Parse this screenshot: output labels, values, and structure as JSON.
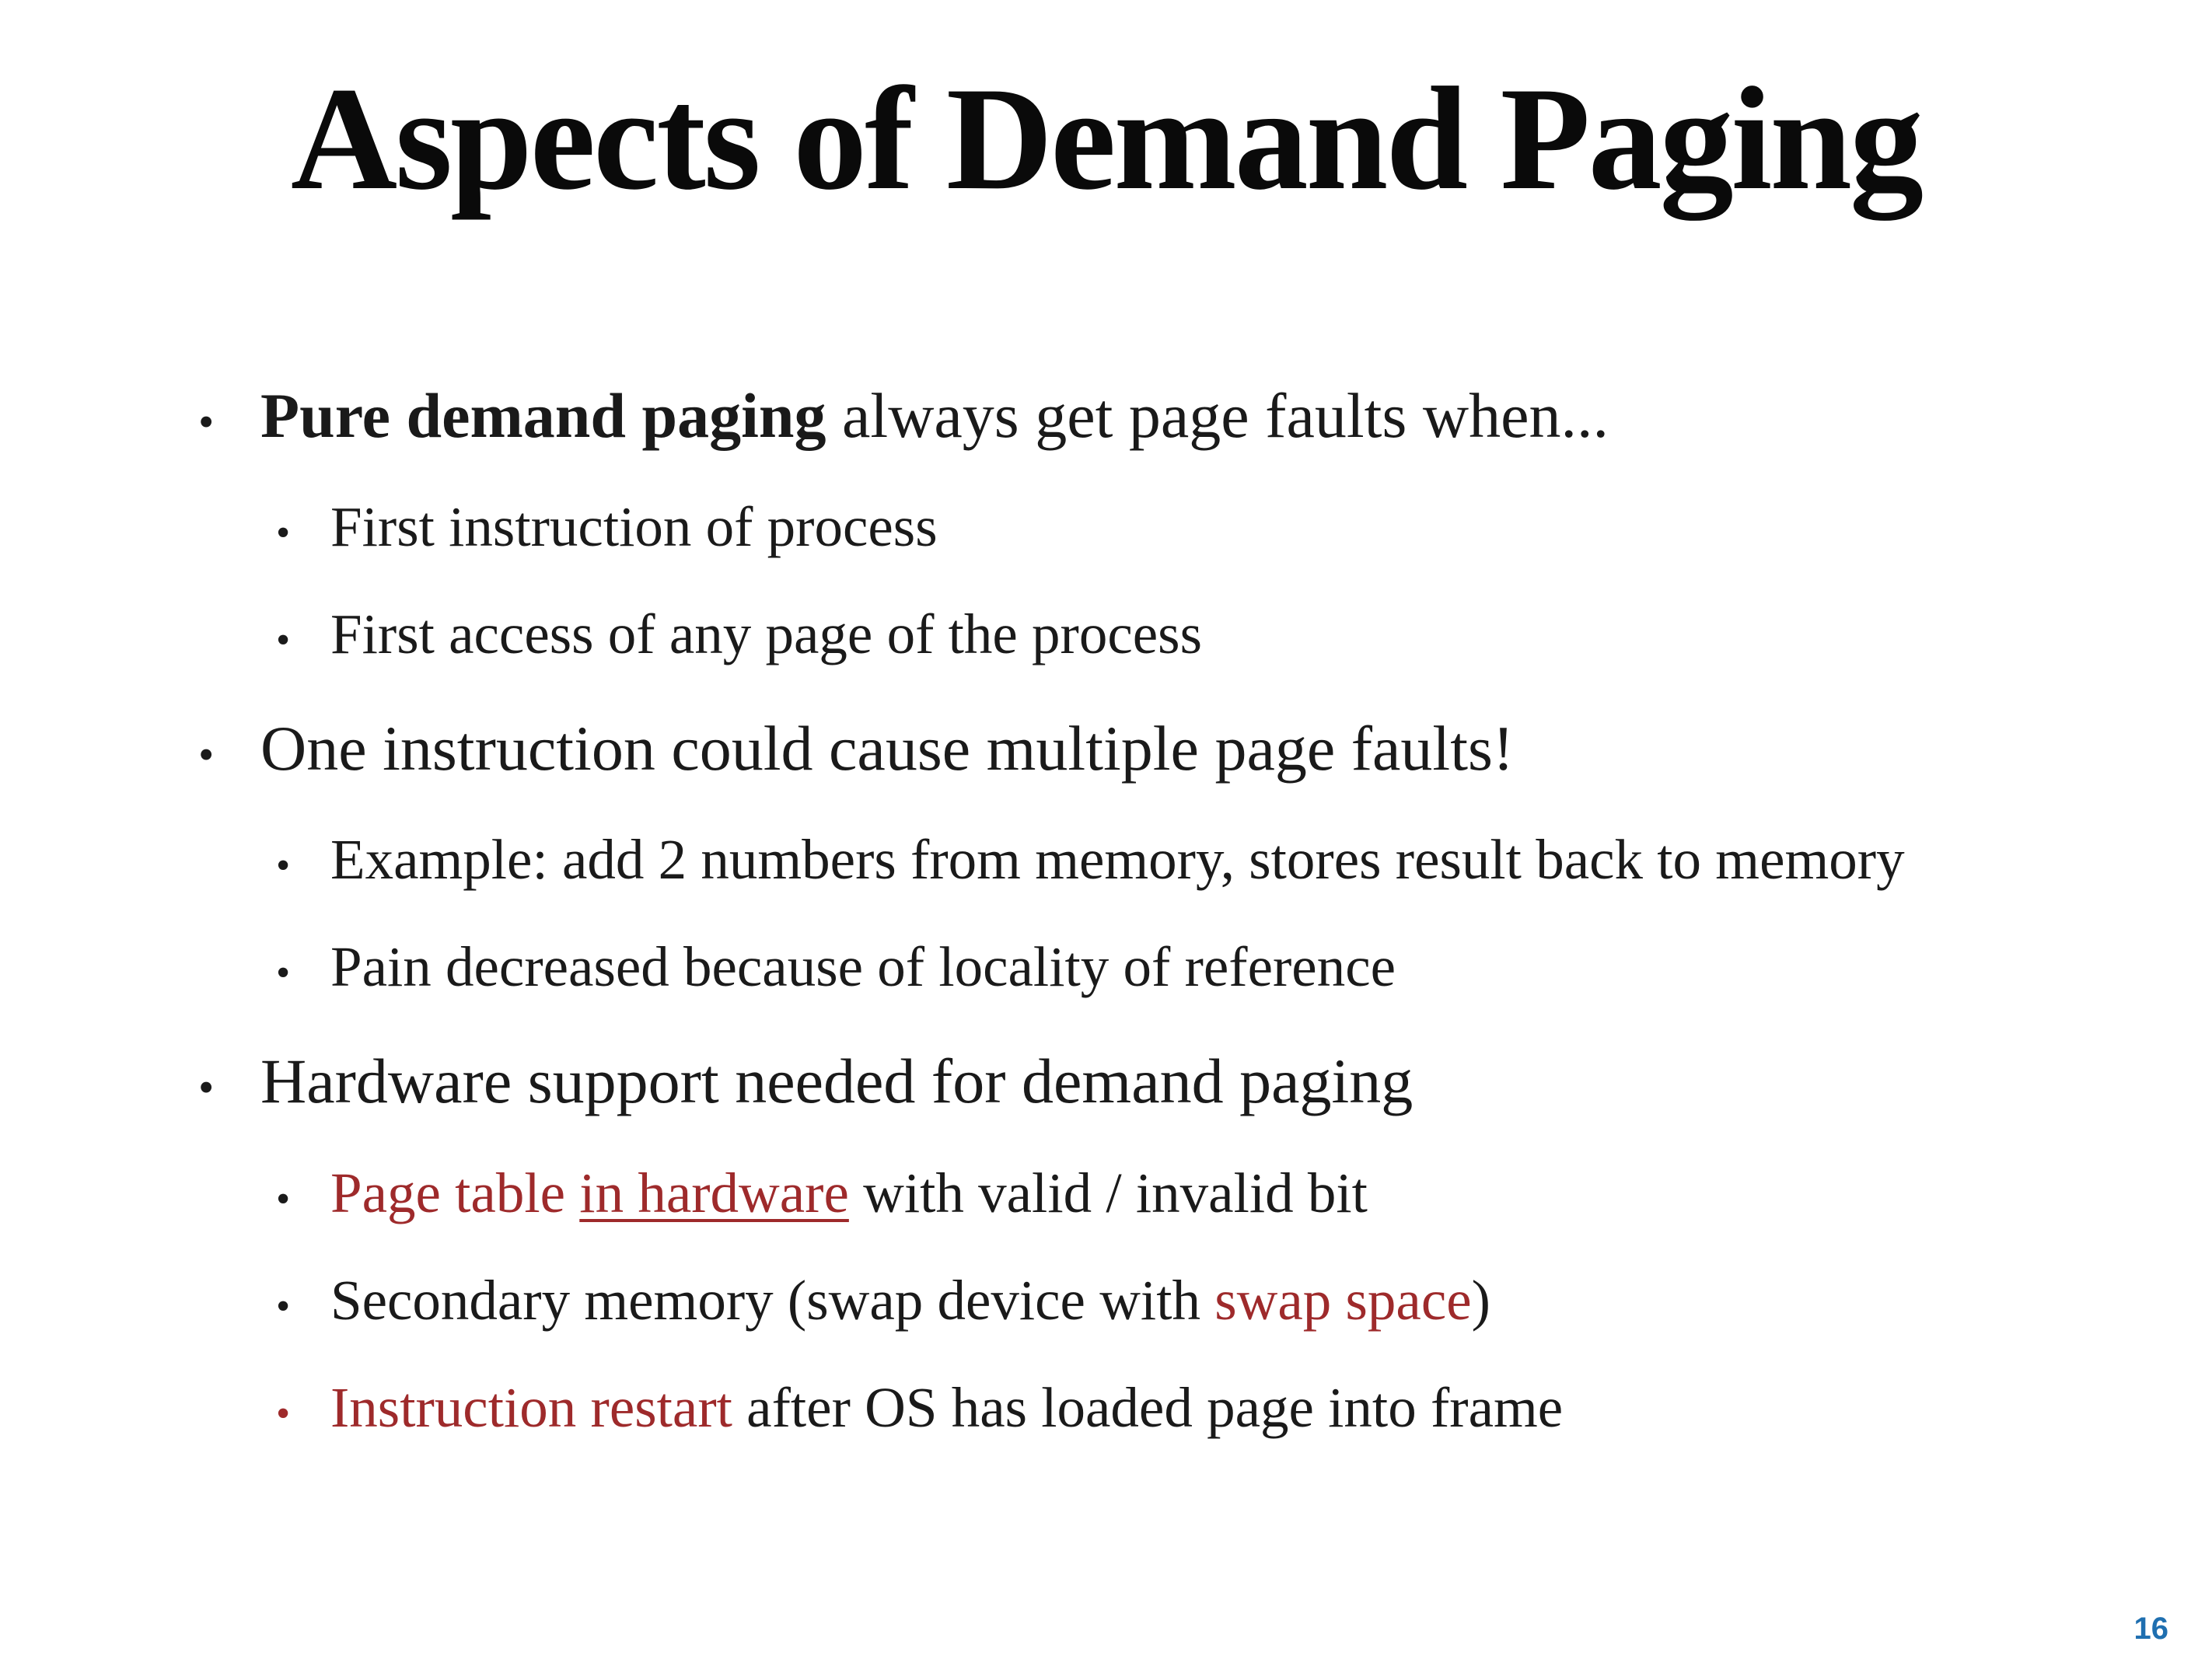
{
  "slide": {
    "title": "Aspects of Demand Paging",
    "page_number": "16",
    "marker": "•",
    "colors": {
      "text": "#1a1a1a",
      "accent_red": "#9e2a2b",
      "page_number_blue": "#1f6fb0",
      "background": "#ffffff"
    }
  },
  "bullets": {
    "pure_demand": {
      "lead": "Pure demand paging",
      "rest": " always get page faults when..."
    },
    "first_instruction": "First instruction of process",
    "first_access": "First access of any page of the process",
    "one_instruction": "One instruction could cause multiple page faults!",
    "example_add": "Example: add 2 numbers from memory, stores result back to memory",
    "pain_decreased": "Pain decreased because of locality of reference",
    "hardware_support": "Hardware support needed for demand paging",
    "page_table": {
      "red_lead": "Page table ",
      "underlined": "in hardware",
      "rest": " with valid / invalid bit"
    },
    "secondary_memory": {
      "pre": "Secondary memory (swap device with ",
      "red": "swap space",
      "post": ")"
    },
    "instruction_restart": {
      "red": "Instruction restart",
      "rest": " after OS has loaded page into frame"
    }
  }
}
